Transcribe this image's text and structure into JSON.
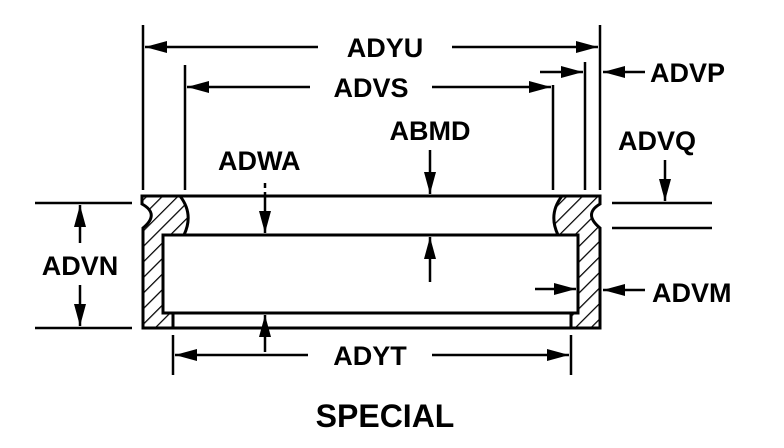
{
  "labels": {
    "adyu": "ADYU",
    "advs": "ADVS",
    "advp": "ADVP",
    "abmd": "ABMD",
    "advq": "ADVQ",
    "adwa": "ADWA",
    "advn": "ADVN",
    "advm": "ADVM",
    "adyt": "ADYT"
  },
  "title": "SPECIAL"
}
